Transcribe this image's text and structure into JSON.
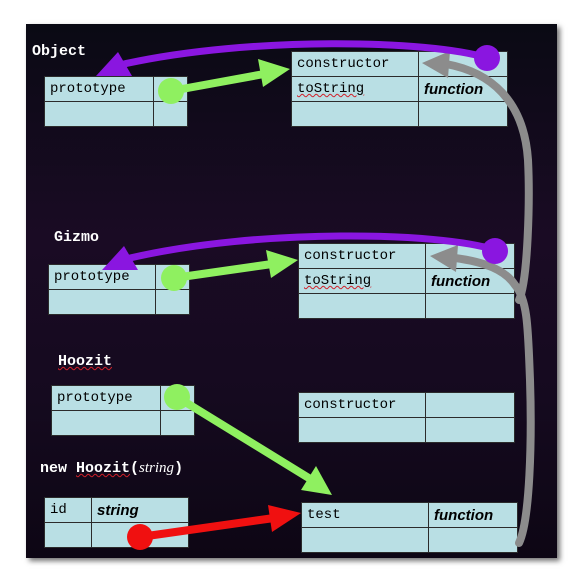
{
  "colors": {
    "background": "#120a1c",
    "cell": "#b9dfe4",
    "constructor_link": "#8a16e0",
    "prototype_link": "#8ff060",
    "inheritance_link": "#8c8c8c",
    "instance_link": "#f01010"
  },
  "labels": {
    "object": "Object",
    "gizmo": "Gizmo",
    "hoozit": "Hoozit",
    "new_hoozit_prefix": "new ",
    "new_hoozit_name": "Hoozit",
    "new_hoozit_open": "(",
    "new_hoozit_arg": "string",
    "new_hoozit_close": ")"
  },
  "object_fn": {
    "key": "prototype",
    "value": ""
  },
  "object_proto": {
    "rows": [
      {
        "key": "constructor",
        "value": ""
      },
      {
        "key": "toString",
        "value": "function"
      }
    ]
  },
  "gizmo_fn": {
    "key": "prototype",
    "value": ""
  },
  "gizmo_proto": {
    "rows": [
      {
        "key": "constructor",
        "value": ""
      },
      {
        "key": "toString",
        "value": "function"
      }
    ]
  },
  "hoozit_fn": {
    "key": "prototype",
    "value": ""
  },
  "hoozit_proto": {
    "rows": [
      {
        "key": "constructor",
        "value": ""
      }
    ]
  },
  "instance": {
    "key": "id",
    "value": "string"
  },
  "test_proto": {
    "rows": [
      {
        "key": "test",
        "value": "function"
      }
    ]
  }
}
